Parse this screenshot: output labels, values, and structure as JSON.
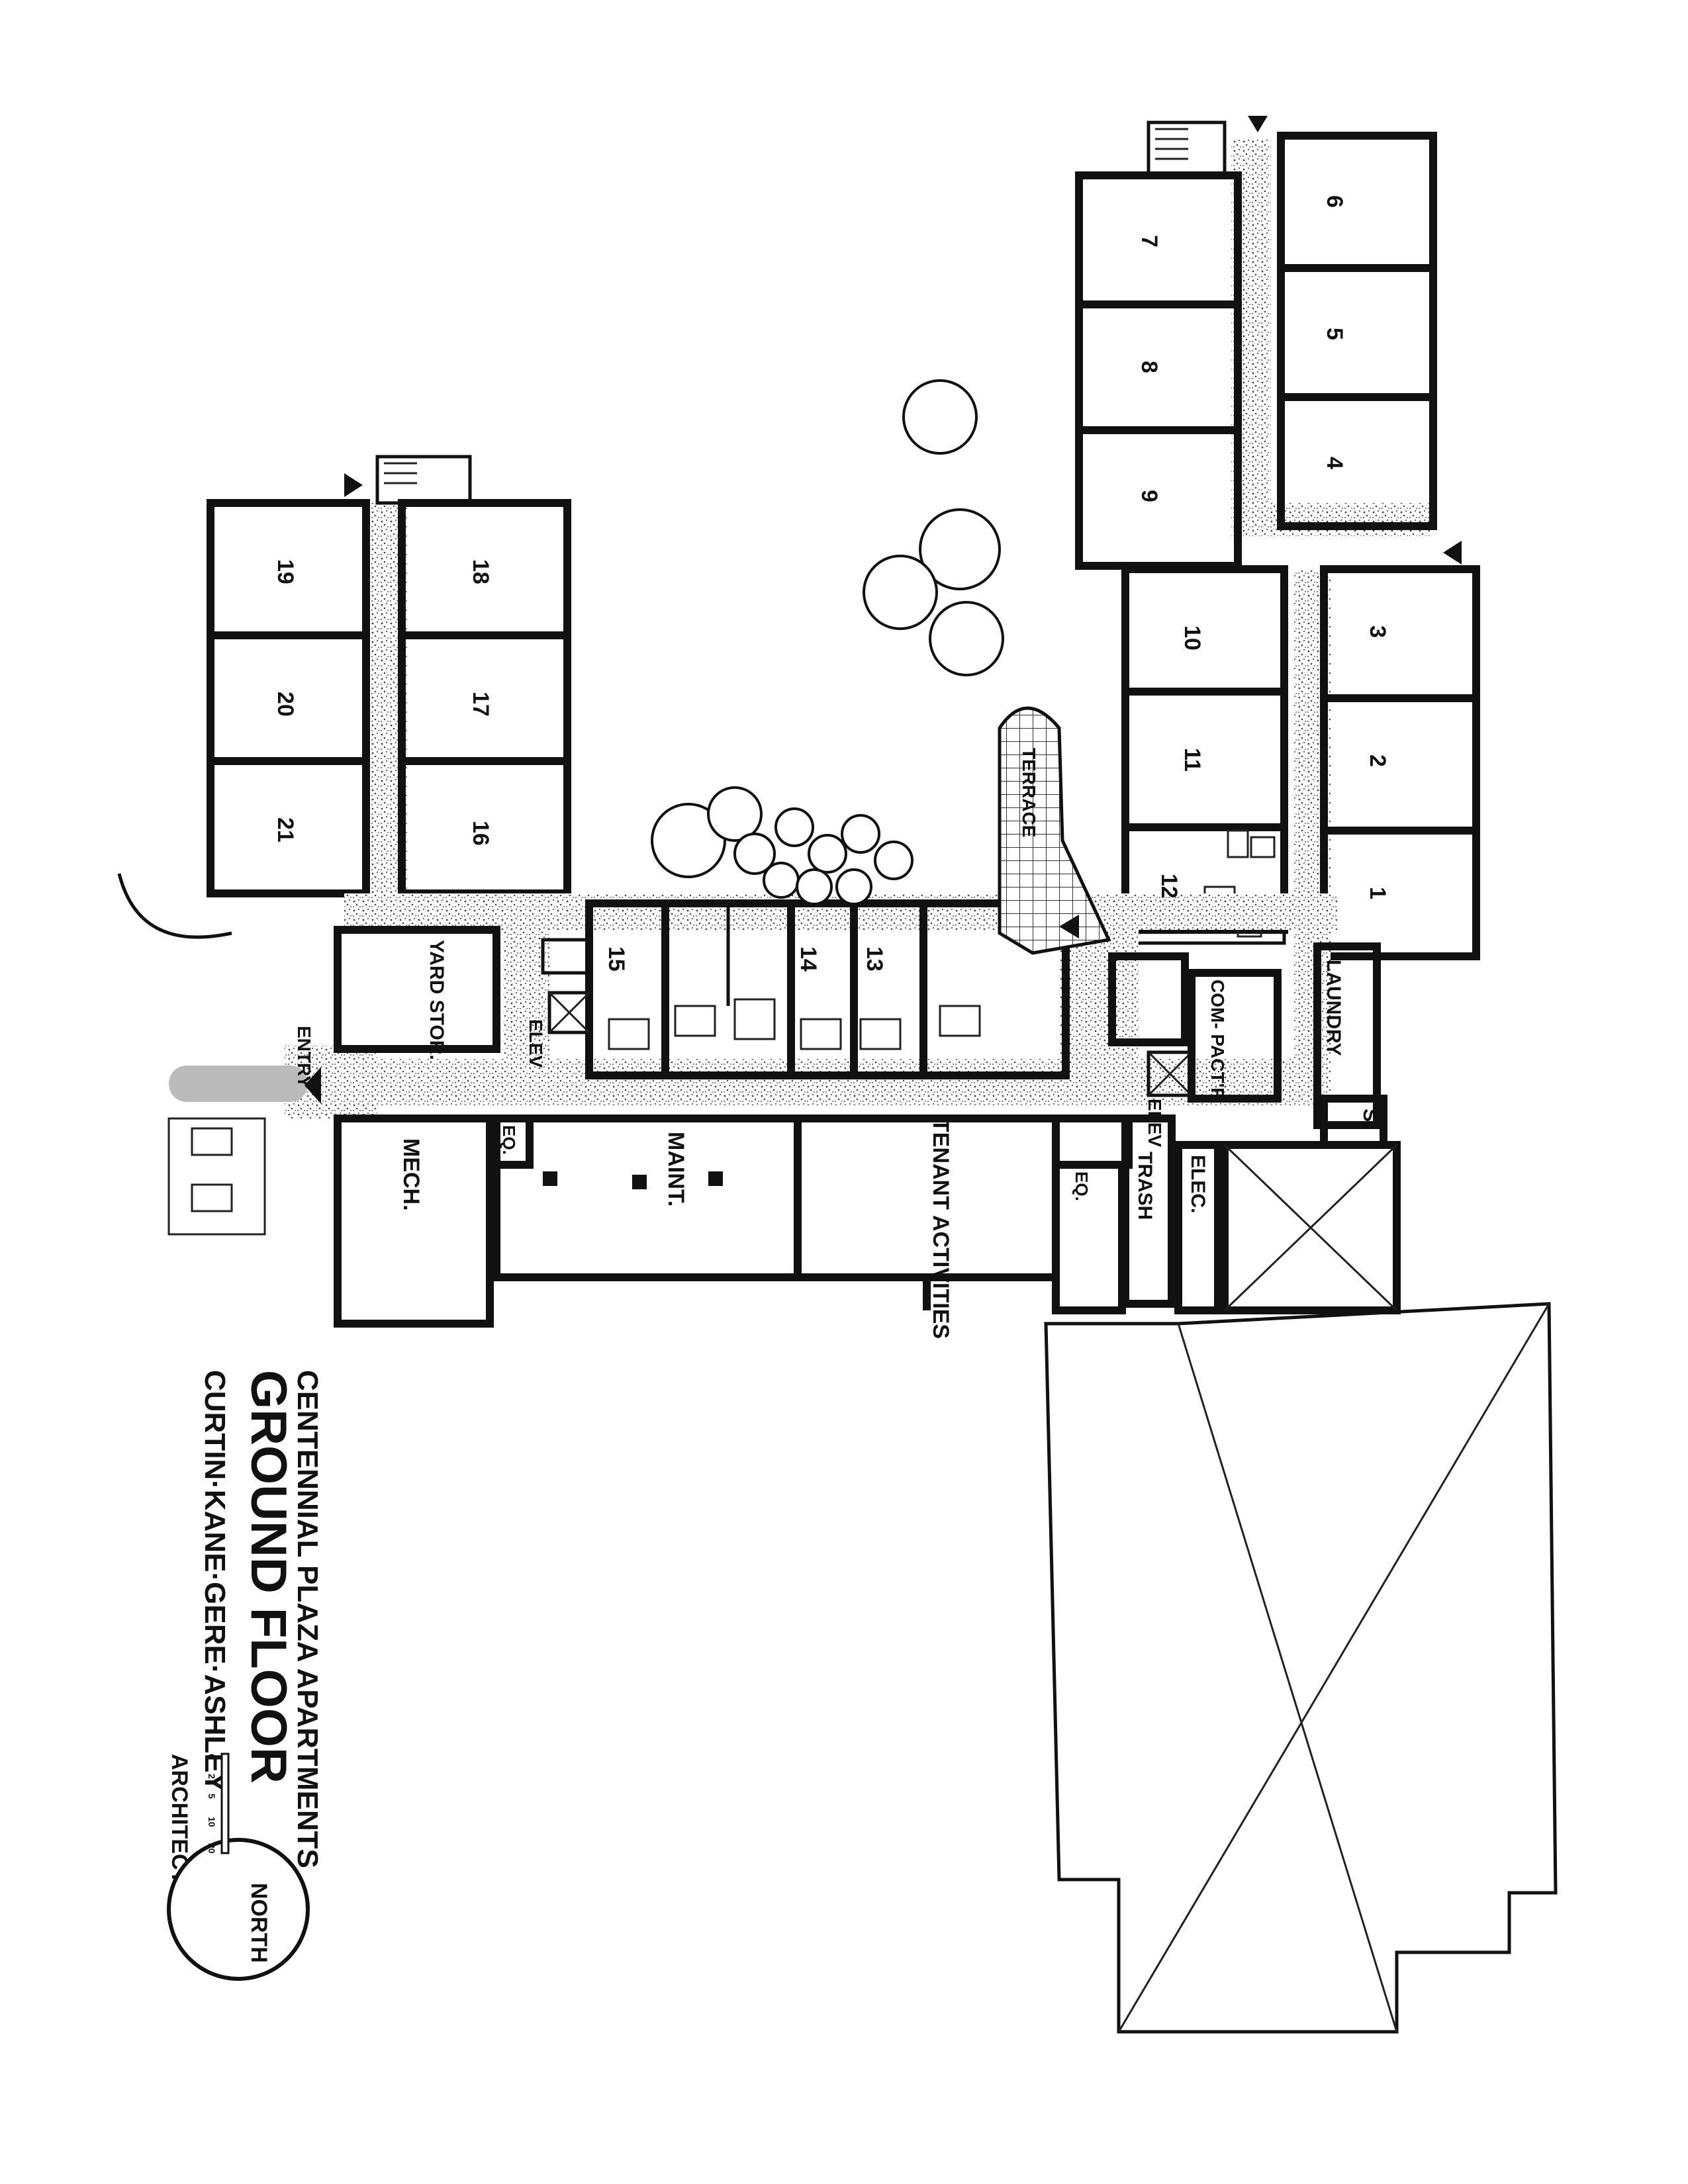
{
  "title_block": {
    "project": "CENTENNIAL PLAZA APARTMENTS",
    "floor": "GROUND FLOOR",
    "architect": "CURTIN·KANE·GERE·ASHLEY",
    "architect_role": "ARCHITECTS",
    "north": "NORTH",
    "scale_ticks": [
      "0",
      "2",
      "5",
      "10",
      "20"
    ]
  },
  "units": {
    "u1": "1",
    "u2": "2",
    "u3": "3",
    "u4": "4",
    "u5": "5",
    "u6": "6",
    "u7": "7",
    "u8": "8",
    "u9": "9",
    "u10": "10",
    "u11": "11",
    "u12": "12",
    "u13": "13",
    "u14": "14",
    "u15": "15",
    "u16": "16",
    "u17": "17",
    "u18": "18",
    "u19": "19",
    "u20": "20",
    "u21": "21"
  },
  "rooms": {
    "laundry": "LAUNDRY",
    "compactor": "COM- PACT'R",
    "terrace": "TERRACE",
    "elev": "ELEV",
    "elev2": "ELEV",
    "eq": "EQ.",
    "eq2": "EQ.",
    "trash": "TRASH",
    "elec": "ELEC.",
    "tenant": "TENANT ACTIVITIES",
    "maint": "MAINT.",
    "mech": "MECH.",
    "yard": "YARD STOR.",
    "entry": "ENTRY",
    "s": "S"
  }
}
